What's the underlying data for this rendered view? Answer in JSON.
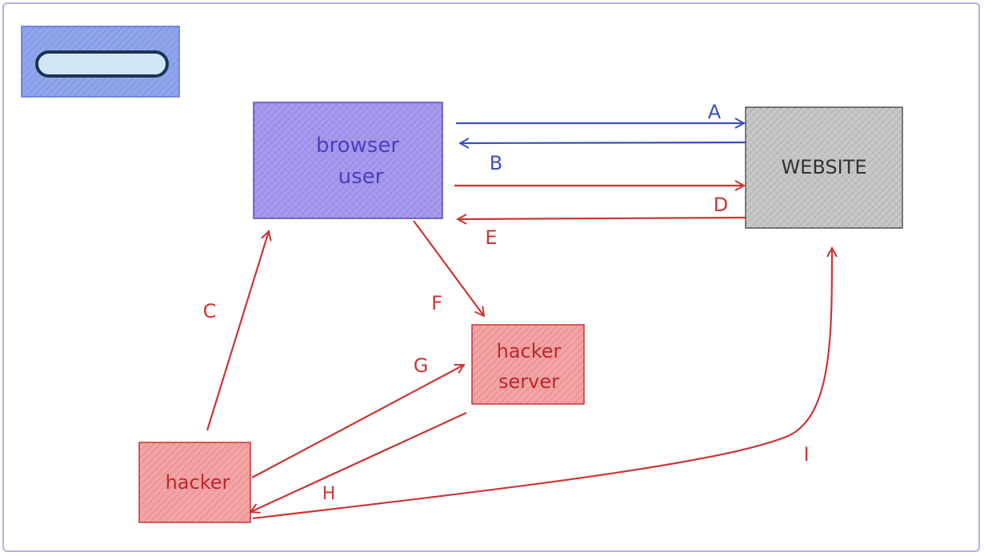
{
  "diagram": {
    "nodes": {
      "browser": {
        "line1": "browser",
        "line2": "user"
      },
      "website": {
        "label": "WEBSITE"
      },
      "hacker_server": {
        "line1": "hacker",
        "line2": "server"
      },
      "hacker": {
        "label": "hacker"
      }
    },
    "edges": {
      "A": "A",
      "B": "B",
      "C": "C",
      "D": "D",
      "E": "E",
      "F": "F",
      "G": "G",
      "H": "H",
      "I": "I"
    },
    "colors": {
      "blue": "#3a4fc2",
      "red": "#cc3535",
      "browser_fill": "#a89af0",
      "website_fill": "#c8c8c8",
      "hacker_fill": "#f5a3a3",
      "thumb_fill": "#8fa6ee"
    }
  }
}
